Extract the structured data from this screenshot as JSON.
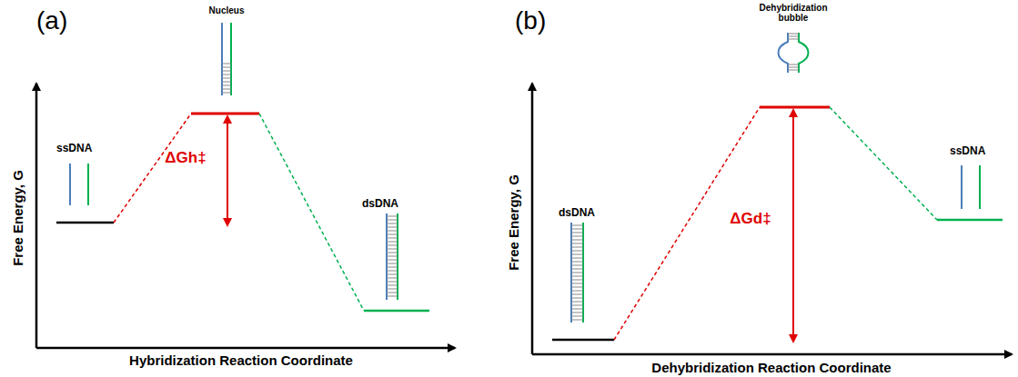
{
  "diagram": {
    "labels": [
      "(a)",
      "Nucleus",
      "ssDNA",
      "ΔGh‡",
      "dsDNA",
      "Free Energy, G",
      "Hybridization Reaction Coordinate",
      "(b)",
      "Dehybridization bubble",
      "ΔGd‡",
      "dsDNA",
      "ssDNA",
      "Free Energy, G",
      "Dehybridization Reaction Coordinate"
    ]
  }
}
